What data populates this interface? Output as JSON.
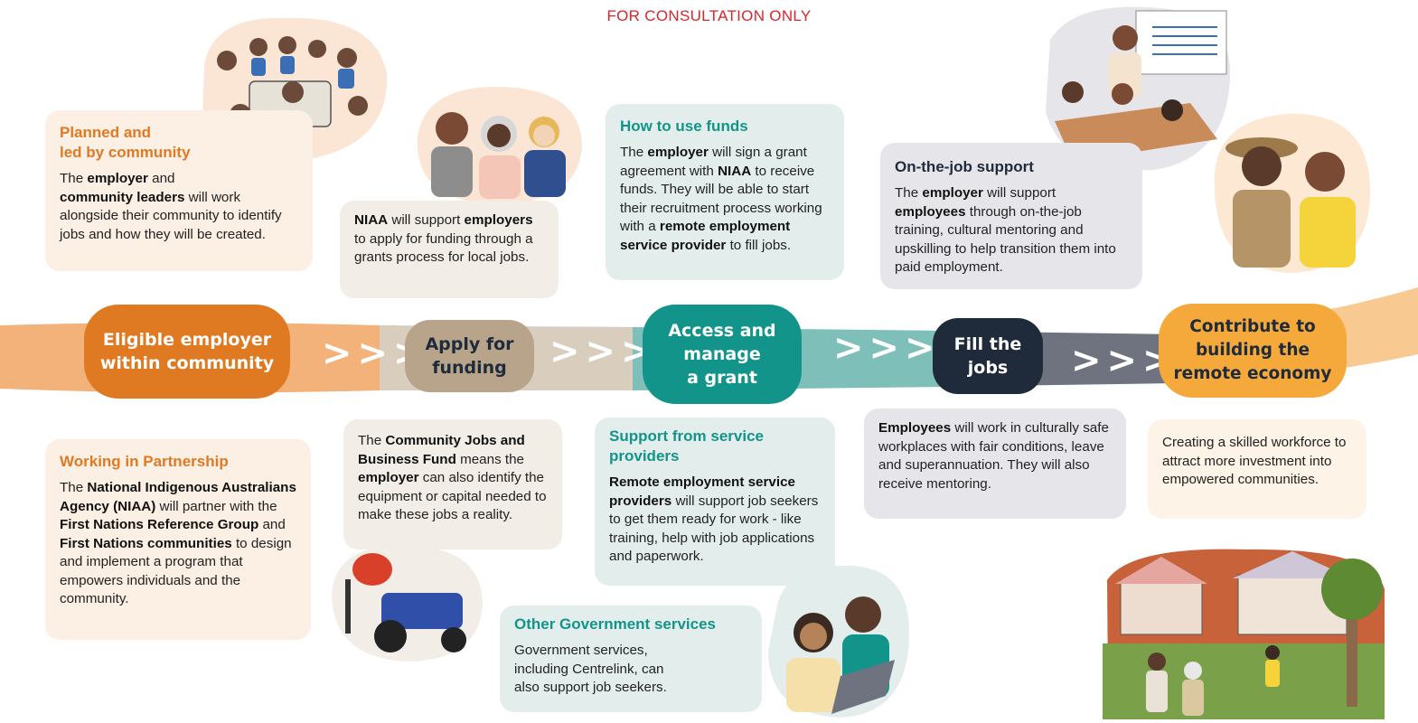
{
  "header": {
    "consultation_notice": "FOR CONSULTATION ONLY"
  },
  "colors": {
    "orange": "#e07a22",
    "tan": "#b7a48a",
    "teal": "#12948a",
    "navy": "#1f2a3a",
    "amber": "#f6a93b",
    "consultation_red": "#d9262c"
  },
  "stages": [
    {
      "line1": "Eligible employer",
      "line2": "within community"
    },
    {
      "line1": "Apply for",
      "line2": "funding"
    },
    {
      "line1": "Access and",
      "line2": "manage",
      "line3": "a grant"
    },
    {
      "line1": "Fill the",
      "line2": "jobs"
    },
    {
      "line1": "Contribute to",
      "line2": "building the",
      "line3": "remote economy"
    }
  ],
  "arrows": ">>>",
  "cards": {
    "planned": {
      "title_line1": "Planned and",
      "title_line2": "led by community",
      "t1": "The ",
      "b1": "employer",
      "t2": " and ",
      "b2": "community leaders",
      "t3": " will work alongside their community to identify jobs and how they will be created."
    },
    "niaa_support": {
      "b1": "NIAA",
      "t1": " will support ",
      "b2": "employers",
      "t2": " to apply for funding through a grants process for local jobs."
    },
    "how_to_use": {
      "title": "How to use funds",
      "t1": "The ",
      "b1": "employer",
      "t2": " will sign a grant agreement with ",
      "b2": "NIAA",
      "t3": " to receive funds. They will be able to start their recruitment process working with a ",
      "b3": "remote employment service provider",
      "t4": " to fill jobs."
    },
    "on_job": {
      "title": "On-the-job support",
      "t1": "The ",
      "b1": "employer",
      "t2": " will support ",
      "b2": "employees",
      "t3": " through on-the-job training, cultural mentoring and upskilling to help transition them into paid employment."
    },
    "partnership": {
      "title": "Working in Partnership",
      "t1": "The ",
      "b1": "National Indigenous Australians Agency (NIAA)",
      "t2": " will partner with the ",
      "b2": "First Nations Reference Group",
      "t3": " and ",
      "b3": "First Nations communities",
      "t4": " to design and implement a program that empowers individuals and the community."
    },
    "fund": {
      "t1": "The ",
      "b1": "Community Jobs and Business Fund",
      "t2": " means the ",
      "b2": "employer",
      "t3": " can also identify the equipment or capital needed to make these jobs a reality."
    },
    "service_support": {
      "title": "Support from service providers",
      "b1": "Remote employment service providers",
      "t1": " will support job seekers to get them ready for work - like training, help with job applications and paperwork."
    },
    "employees": {
      "b1": "Employees",
      "t1": " will work in culturally safe workplaces with fair conditions, leave and superannuation. They will also receive mentoring."
    },
    "skilled": {
      "t1": "Creating a skilled workforce to attract more investment into empowered communities."
    },
    "gov_services": {
      "title": "Other Government services",
      "t1": "Government services, including Centrelink, can also support job seekers."
    }
  },
  "illustrations": {
    "group_meeting": "group-meeting-illustration",
    "three_people": "people-talking-illustration",
    "classroom": "classroom-illustration",
    "workers": "workers-illustration",
    "tractor": "tractor-mixer-illustration",
    "laptop": "couple-laptop-illustration",
    "community": "community-houses-illustration"
  }
}
